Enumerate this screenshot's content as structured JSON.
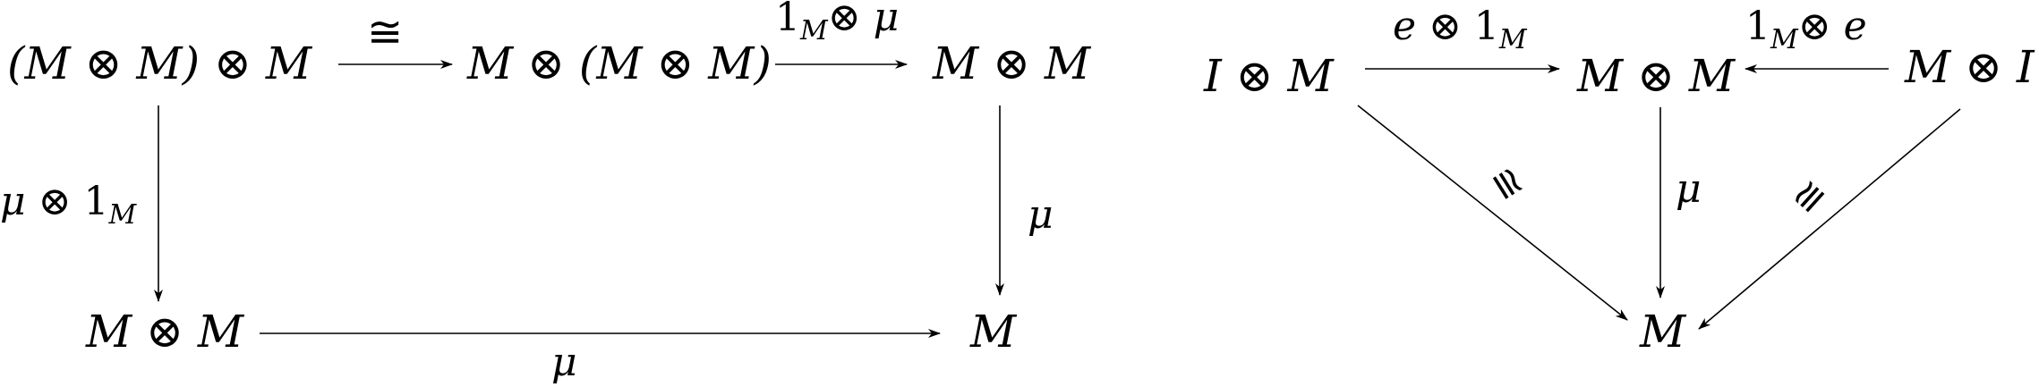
{
  "diagrams": [
    {
      "id": "associativity",
      "nodes": {
        "mm_m": {
          "pre": "(M ",
          "op": "⊗",
          "mid": " M) ",
          "op2": "⊗",
          "post": " M"
        },
        "m_mm": {
          "pre": "M ",
          "op": "⊗",
          "mid": " (M ",
          "op2": "⊗",
          "post": " M)"
        },
        "mm_top": {
          "pre": "M ",
          "op": "⊗",
          "post": " M"
        },
        "mm_bottom": {
          "pre": "M ",
          "op": "⊗",
          "post": " M"
        },
        "m": {
          "text": "M"
        }
      },
      "edges": {
        "assoc": {
          "label": "≅"
        },
        "one_mu": {
          "base": "1",
          "sub": "M",
          "op": "⊗",
          "mu": "μ"
        },
        "mu_one": {
          "mu": "μ",
          "op": "⊗",
          "base": "1",
          "sub": "M"
        },
        "right_mu": {
          "label": "μ"
        },
        "bottom_mu": {
          "label": "μ"
        }
      }
    },
    {
      "id": "unit",
      "nodes": {
        "i_m": {
          "pre": "I ",
          "op": "⊗",
          "post": " M"
        },
        "m_m": {
          "pre": "M ",
          "op": "⊗",
          "post": " M"
        },
        "m_i": {
          "pre": "M ",
          "op": "⊗",
          "post": " I"
        },
        "m": {
          "text": "M"
        }
      },
      "edges": {
        "e_one": {
          "e": "e",
          "op": "⊗",
          "base": "1",
          "sub": "M"
        },
        "one_e": {
          "base": "1",
          "sub": "M",
          "op": "⊗",
          "e": "e"
        },
        "mu": {
          "label": "μ"
        },
        "left_iso": {
          "label": "≅"
        },
        "right_iso": {
          "label": "≅"
        }
      }
    }
  ]
}
